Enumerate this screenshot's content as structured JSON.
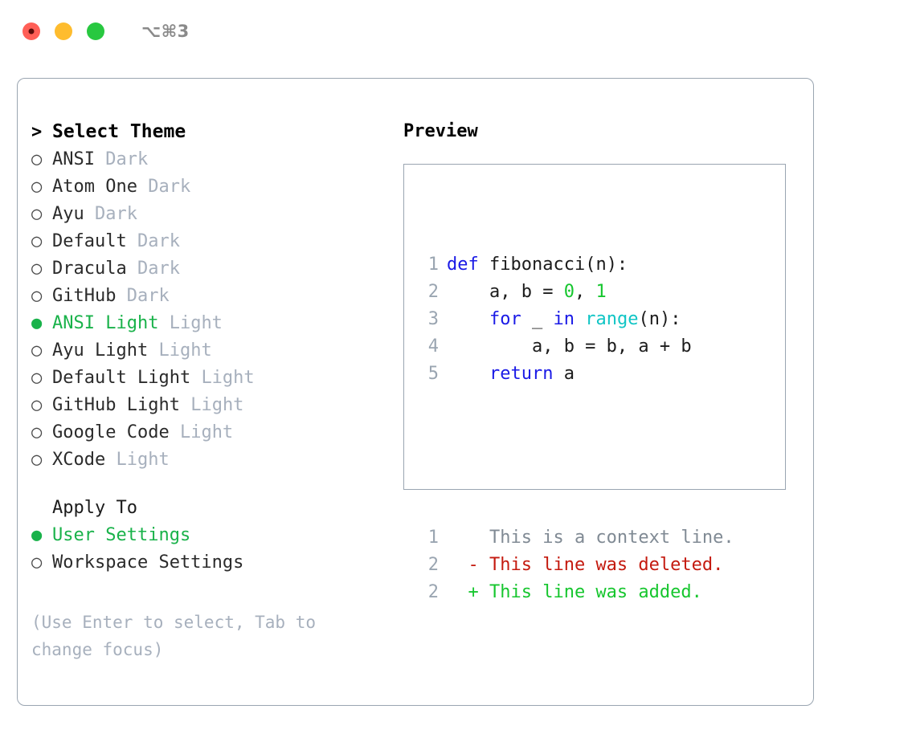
{
  "titlebar": {
    "dots": [
      {
        "name": "close-dot",
        "color": "#ff5f57"
      },
      {
        "name": "minimize-dot",
        "color": "#febc2e"
      },
      {
        "name": "maximize-dot",
        "color": "#28c840"
      }
    ],
    "shortcut": "⌥⌘3"
  },
  "theme_picker": {
    "caret": ">",
    "title": "Select Theme",
    "marker_empty": "○",
    "marker_filled": "●",
    "items": [
      {
        "label": "ANSI",
        "badge": "Dark",
        "selected": false
      },
      {
        "label": "Atom One",
        "badge": "Dark",
        "selected": false
      },
      {
        "label": "Ayu",
        "badge": "Dark",
        "selected": false
      },
      {
        "label": "Default",
        "badge": "Dark",
        "selected": false
      },
      {
        "label": "Dracula",
        "badge": "Dark",
        "selected": false
      },
      {
        "label": "GitHub",
        "badge": "Dark",
        "selected": false
      },
      {
        "label": "ANSI Light",
        "badge": "Light",
        "selected": true
      },
      {
        "label": "Ayu Light",
        "badge": "Light",
        "selected": false
      },
      {
        "label": "Default Light",
        "badge": "Light",
        "selected": false
      },
      {
        "label": "GitHub Light",
        "badge": "Light",
        "selected": false
      },
      {
        "label": "Google Code",
        "badge": "Light",
        "selected": false
      },
      {
        "label": "XCode",
        "badge": "Light",
        "selected": false
      }
    ]
  },
  "apply_to": {
    "heading": "Apply To",
    "options": [
      {
        "label": "User Settings",
        "selected": true
      },
      {
        "label": "Workspace Settings",
        "selected": false
      }
    ]
  },
  "hint": "(Use Enter to select, Tab to change focus)",
  "preview": {
    "title": "Preview",
    "code_lines": [
      {
        "num": "1",
        "tokens": [
          {
            "t": "def",
            "c": "kw"
          },
          {
            "t": " fibonacci(n):",
            "c": "txt"
          }
        ]
      },
      {
        "num": "2",
        "tokens": [
          {
            "t": "    a, b = ",
            "c": "txt"
          },
          {
            "t": "0",
            "c": "num"
          },
          {
            "t": ", ",
            "c": "txt"
          },
          {
            "t": "1",
            "c": "num"
          }
        ]
      },
      {
        "num": "3",
        "tokens": [
          {
            "t": "    ",
            "c": "txt"
          },
          {
            "t": "for",
            "c": "kw"
          },
          {
            "t": " _ ",
            "c": "txt"
          },
          {
            "t": "in",
            "c": "kw"
          },
          {
            "t": " ",
            "c": "txt"
          },
          {
            "t": "range",
            "c": "fn"
          },
          {
            "t": "(n):",
            "c": "txt"
          }
        ]
      },
      {
        "num": "4",
        "tokens": [
          {
            "t": "        a, b = b, a + b",
            "c": "txt"
          }
        ]
      },
      {
        "num": "5",
        "tokens": [
          {
            "t": "    ",
            "c": "txt"
          },
          {
            "t": "return",
            "c": "kw"
          },
          {
            "t": " a",
            "c": "txt"
          }
        ]
      }
    ],
    "diff_lines": [
      {
        "num": "1",
        "sign": " ",
        "text": "This is a context line.",
        "kind": "ctx"
      },
      {
        "num": "2",
        "sign": "-",
        "text": "This line was deleted.",
        "kind": "del"
      },
      {
        "num": "2",
        "sign": "+",
        "text": "This line was added.",
        "kind": "add"
      }
    ]
  },
  "colors": {
    "accent_green": "#19b24a",
    "keyword_blue": "#1a1ae6",
    "function_cyan": "#11c5c5",
    "number_green": "#16c62e",
    "diff_red": "#c41a0f",
    "diff_green": "#16c62e",
    "muted": "#a7b0bd",
    "border": "#9aa5b1"
  }
}
